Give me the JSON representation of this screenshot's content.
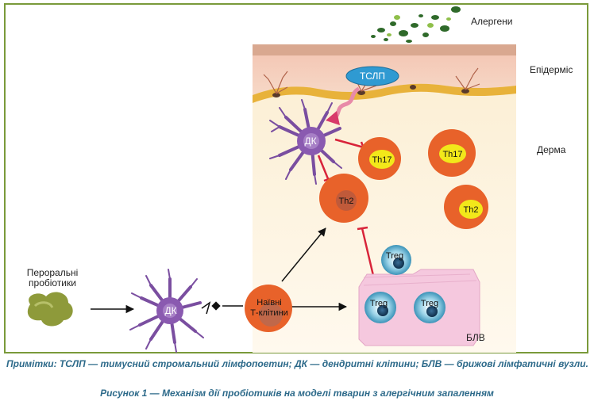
{
  "labels": {
    "allergens": "Алергени",
    "epidermis": "Епідерміс",
    "dermis": "Дерма",
    "tslp": "ТСЛП",
    "dc_top": "ДК",
    "th17_a": "Th17",
    "th17_b": "Th17",
    "th2_a": "Th2",
    "th2_b": "Th2",
    "treg_a": "Treg",
    "treg_b": "Treg",
    "treg_c": "Treg",
    "probiotics_1": "Пероральні",
    "probiotics_2": "пробіотики",
    "dc_bottom": "ДК",
    "naive_1": "Наївні",
    "naive_2": "Т-клітини",
    "mln": "БЛВ"
  },
  "note": "Примітки: ТСЛП — тимусний стромальний лімфопоетин; ДК — дендритні клітини; БЛВ — брижові лімфатичні вузли.",
  "caption": "Рисунок 1 — Механізм дії пробіотиків на моделі тварин з алергічним запаленням",
  "colors": {
    "frame": "#7a9a3a",
    "caption": "#2d6a8a",
    "t_cell": "#e8622a",
    "th17_core": "#f2e81a",
    "dendritic": "#7a4ea0",
    "treg": "#4aa7c8",
    "mln": "#f2bcd8",
    "inhibit": "#d8243a",
    "probiotic": "#8e9a3a"
  }
}
